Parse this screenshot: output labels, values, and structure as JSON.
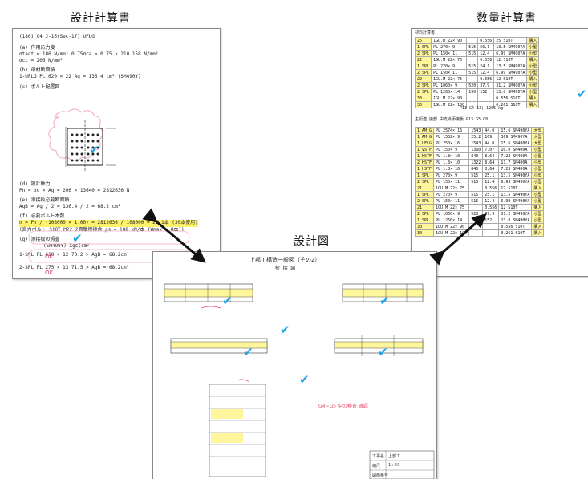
{
  "labels": {
    "design_calc": "設計計算書",
    "quantity_calc": "数量計算書",
    "design_drawing": "設計図"
  },
  "design_calc_sheet": {
    "header": "(180) G4 J-16(Sec-17) UFLG",
    "lines": [
      "(a) 作用応力度",
      "    σtact = 186 N/mm²   0.75σca = 0.75 × 210   158 N/mm²",
      "    σcc  = 206 N/mm²",
      "(b) 母材断面積",
      "    1-UFLG  PL  620 × 22        Ag = 136.4 cm² (SM490Y)",
      "(c) ボルト配置図",
      "(d) 設計軸力",
      "    Pn = σc × Ag = 206 × 13640 = 2812636 N",
      "(e) 添接板必要断面積",
      "    AgB = Ag / 2 = 136.4 / 2 = 68.2 cm²",
      "(f) 必要ボルト本数",
      "    n = Pn / (108000 × 1.00) = 2812636 / 108000 = 26.1本 (30本使用)",
      "    (高力ボルト S10T M22 2面摩擦接合 ρs = 108 kN/本 (Wmax = 8本))",
      "(g) 添接板の照査"
    ],
    "plate_rows": [
      "1-SPL PL 610 × 12    73.2 > AgB = 68.2cm²",
      "2-SPL PL 275 × 13    71.5 > AgB = 68.2cm²"
    ],
    "plate_unit": "(SM490Y)    Σgs(cm²)",
    "handwritten_notes": [
      "OK",
      "OK"
    ]
  },
  "quantity_sheet": {
    "top_title": "材料計算書",
    "mid_title": "主桁連 接部  中支点添接板  P13 G5 C8",
    "footer": "P13 G4 13)        1205 kg",
    "rows_top": [
      [
        "25",
        "1GU.M 22× 90",
        "",
        "0.556",
        "25 S10T",
        "購入"
      ],
      [
        "1 SPL",
        "PL  270× 9",
        "515",
        "56.1",
        "13.5 SM490YA",
        "小型"
      ],
      [
        "2 SPL",
        "PL  150× 11",
        "515",
        "12.4",
        "6.99 SM490YA",
        "小型"
      ],
      [
        "22",
        "1GU.M 22× 75",
        "",
        "0.556",
        "12 S10T",
        "購入"
      ],
      [
        "1 SPL",
        "PL  270× 9",
        "515",
        "24.1",
        "13.5 SM490YA",
        "小型"
      ],
      [
        "2 SPL",
        "PL  150× 11",
        "515",
        "12.4",
        "6.99 SM490YA",
        "小型"
      ],
      [
        "22",
        "1GU.M 22× 75",
        "",
        "0.556",
        "12 S10T",
        "購入"
      ],
      [
        "2 SPL",
        "PL  1060× 9",
        "520",
        "37.9",
        "31.2 SM490YA",
        "小型"
      ],
      [
        "2 SPL",
        "PL  1260× 14",
        "190",
        "152",
        "23.8 SM490YA",
        "小型"
      ],
      [
        "30",
        "1GU.M 22× 90",
        "",
        "",
        "0.556 S10T",
        "購入"
      ],
      [
        "30",
        "1GU.M 22× 100",
        "",
        "",
        "0.261 S10T",
        "購入"
      ]
    ],
    "rows_bottom": [
      [
        "1 AM.G",
        "PL  2574× 16",
        "1543",
        "44.0",
        "15.6 SM490YA",
        "大型"
      ],
      [
        "1 AM.G",
        "PL  1532× 9",
        "25.2",
        "169",
        "369 SM490YA",
        "大型"
      ],
      [
        "1 UFLG",
        "PL  250× 16",
        "1543",
        "44.0",
        "15.6 SM490YA",
        "大型"
      ],
      [
        "1 VSTF",
        "PL  150× 9",
        "1360",
        "7.07",
        "10.0 SM400A",
        "小型"
      ],
      [
        "1 HSTF",
        "PL  1.8× 10",
        "840",
        "8.64",
        "7.23 SM400A",
        "小型"
      ],
      [
        "2 HSTF",
        "PL  1.8× 10",
        "1322",
        "8.64",
        "11.7 SM400A",
        "小型"
      ],
      [
        "1 HSTF",
        "PL  1.8× 10",
        "840",
        "8.64",
        "7.23 SM400A",
        "小型"
      ],
      [
        "1 SPL",
        "PL  270× 9",
        "515",
        "25.1",
        "13.5 SM490YA",
        "小型"
      ],
      [
        "2 SPL",
        "PL  150× 11",
        "515",
        "12.4",
        "6.99 SM490YA",
        "小型"
      ],
      [
        "21",
        "1GU.M 22× 75",
        "",
        "0.556",
        "12 S10T",
        "購入"
      ],
      [
        "1 SPL",
        "PL  270× 9",
        "515",
        "25.1",
        "13.5 SM490YA",
        "小型"
      ],
      [
        "2 SPL",
        "PL  150× 11",
        "515",
        "12.4",
        "6.99 SM490YA",
        "小型"
      ],
      [
        "21",
        "1GU.M 22× 75",
        "",
        "0.556",
        "12 S10T",
        "購入"
      ],
      [
        "2 SPL",
        "PL  1060× 9",
        "520",
        "37.9",
        "31.2 SM490YA",
        "小型"
      ],
      [
        "1 SPL",
        "PL  1260× 14",
        "190",
        "152",
        "23.8 SM490YA",
        "小型"
      ],
      [
        "30",
        "1GU.M 22× 90",
        "",
        "",
        "0.556 S10T",
        "購入"
      ],
      [
        "30",
        "1GU.M 22× 100",
        "",
        "",
        "0.261 S10T",
        "購入"
      ]
    ]
  },
  "drawing_sheet": {
    "title": "上部工構造一般図（その2）",
    "subtitle": "桁 接 図",
    "note_red": "G4~G5 中の検査 確認",
    "title_block": [
      "工事名",
      "上部工",
      "縮尺",
      "1 : 50",
      "図面番号"
    ]
  },
  "colors": {
    "check": "#1aa3e8",
    "highlight": "#fff36b",
    "red_note": "#e34b6b"
  }
}
